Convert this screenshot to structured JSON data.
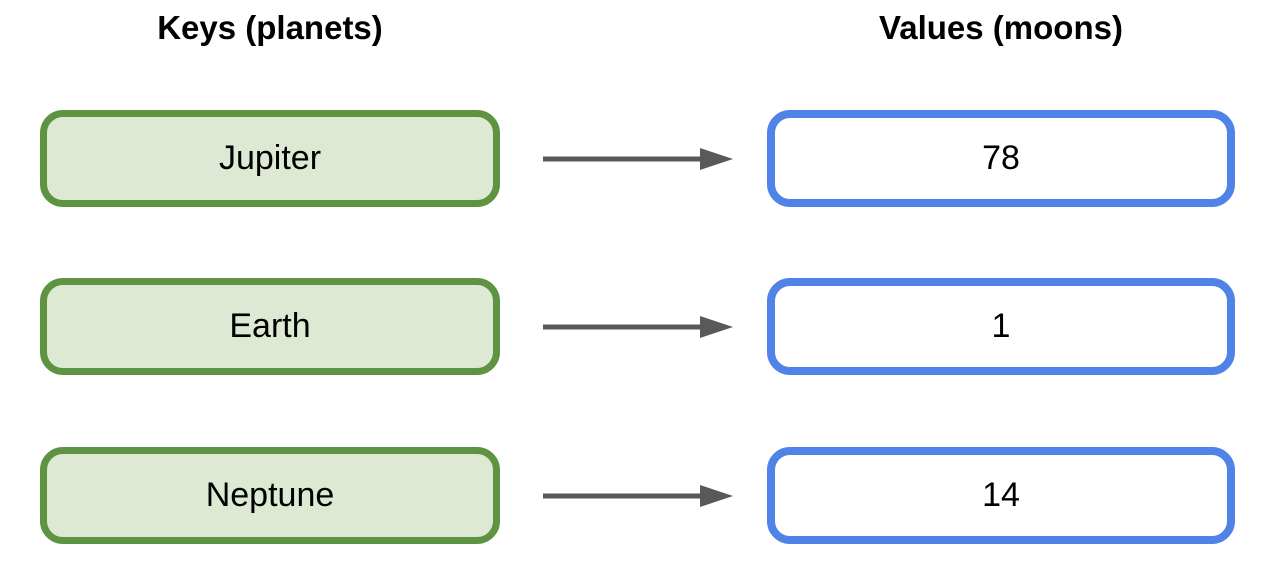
{
  "diagram": {
    "key_header": "Keys (planets)",
    "value_header": "Values (moons)",
    "pairs": [
      {
        "key": "Jupiter",
        "value": "78"
      },
      {
        "key": "Earth",
        "value": "1"
      },
      {
        "key": "Neptune",
        "value": "14"
      }
    ],
    "colors": {
      "key_border": "#5e9342",
      "key_fill": "#dde9d3",
      "value_border": "#4f83e8",
      "value_fill": "#ffffff",
      "arrow": "#595959",
      "text": "#000000"
    }
  }
}
